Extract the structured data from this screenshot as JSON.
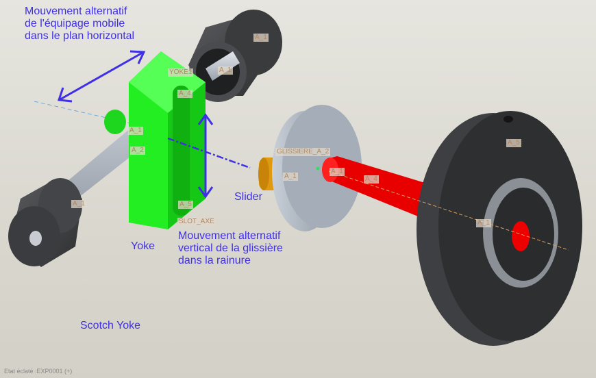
{
  "annotations": {
    "horizontal_motion": "Mouvement alternatif\nde l'équipage mobile\ndans le plan horizontal",
    "vertical_motion": "Mouvement alternatif\nvertical de la glissière\ndans la rainure",
    "slider": "Slider",
    "yoke": "Yoke",
    "title": "Scotch Yoke"
  },
  "datum_labels": {
    "top_wheel": "A_1",
    "top_shaft": "A_1",
    "yoke_name": "YOKE1",
    "yoke_a4": "A_4",
    "yoke_a1": "A_1",
    "yoke_a2": "A_2",
    "yoke_a5": "A_5",
    "slot_axe": "SLOT_AXE",
    "left_wheel": "A_1",
    "glissiere": "GLISSIERE_A_2",
    "slider_a1": "A_1",
    "crank_a1": "A_1",
    "crank_a4": "A_4",
    "wheel_a5": "A_5",
    "wheel_a1": "A_1"
  },
  "status_bar": "Etat éclaté :EXP0001 (+)",
  "colors": {
    "annotation": "#3f2fe6",
    "yoke": "#22ee22",
    "crank": "#ee0000",
    "slider": "#e09a10"
  }
}
